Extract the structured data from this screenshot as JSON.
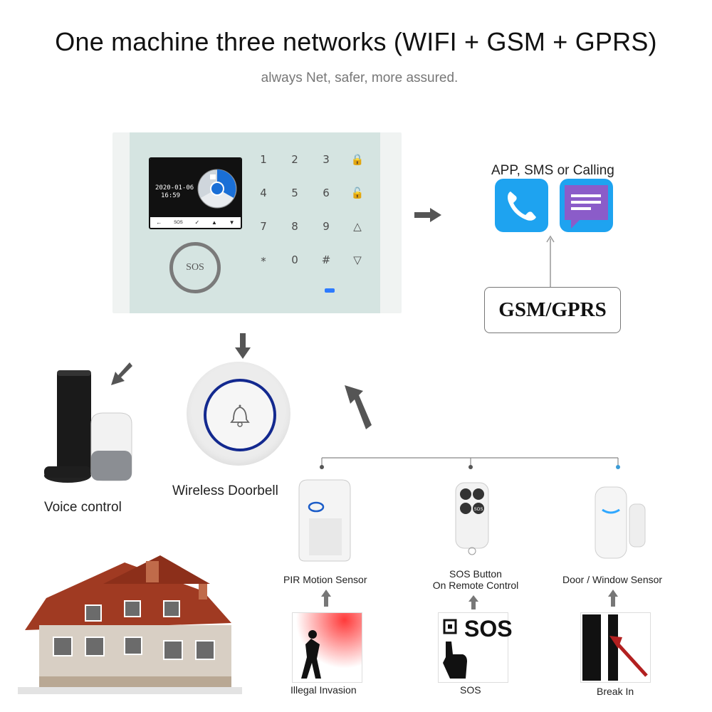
{
  "title": "One machine three networks (WIFI + GSM + GPRS)",
  "subtitle": "always Net, safer, more assured.",
  "panel": {
    "screen_date": "2020-01-06",
    "screen_time": "16:59",
    "screen_sos": "SOS",
    "sos_button": "SOS",
    "keys": [
      "1",
      "2",
      "3",
      "4",
      "5",
      "6",
      "7",
      "8",
      "9",
      "*",
      "0",
      "#"
    ]
  },
  "app_label": "APP, SMS or Calling",
  "gsm_label": "GSM/GPRS",
  "voice_label": "Voice control",
  "doorbell_label": "Wireless Doorbell",
  "sensors": {
    "pir": "PIR Motion Sensor",
    "sos_button_line1": "SOS Button",
    "sos_button_line2": "On Remote Control",
    "door": "Door / Window Sensor"
  },
  "events": {
    "invasion": "Illegal Invasion",
    "sos_card": "SOS",
    "sos": "SOS",
    "break_in": "Break In"
  },
  "remote_sos": "SOS",
  "colors": {
    "panel_face": "#d5e4e1",
    "app_blue": "#1ea3f0",
    "msg_purple": "#8b5cc9",
    "doorbell_ring": "#13298f",
    "led_blue": "#2d7bff"
  }
}
